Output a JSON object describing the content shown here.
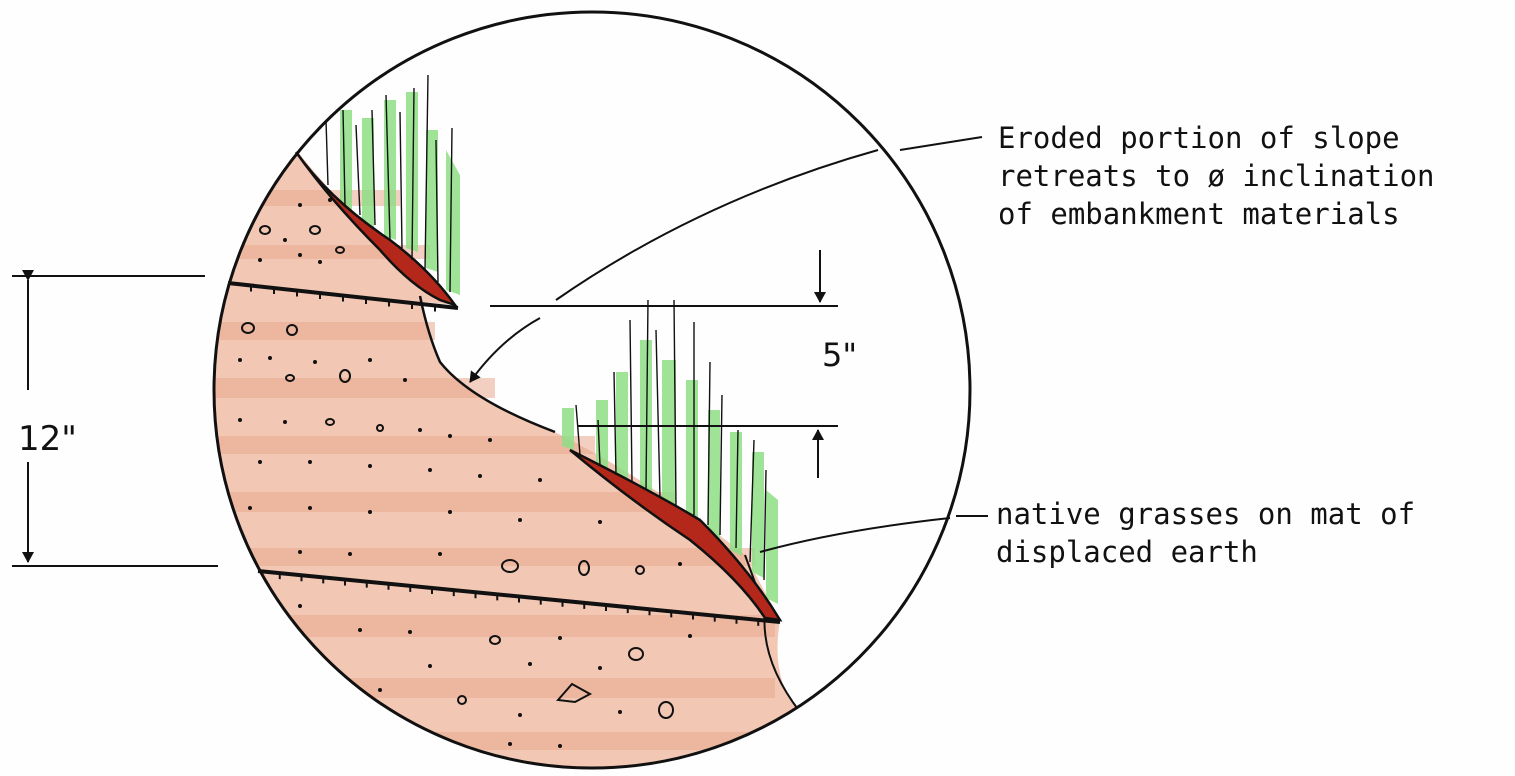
{
  "annotations": {
    "eroded_line1": "Eroded portion of slope",
    "eroded_line2": "retreats to ø inclination",
    "eroded_line3": "of embankment materials",
    "grasses_line1": "native grasses on mat of",
    "grasses_line2": "displaced earth"
  },
  "dimensions": {
    "total_height": "12\"",
    "step_height": "5\""
  },
  "colors": {
    "soil": "#f2c7b4",
    "soil_band": "#e9a98f",
    "earth_mat": "#b3281a",
    "grass": "#8fdf86",
    "ink": "#111111",
    "paper": "#fefefe"
  }
}
